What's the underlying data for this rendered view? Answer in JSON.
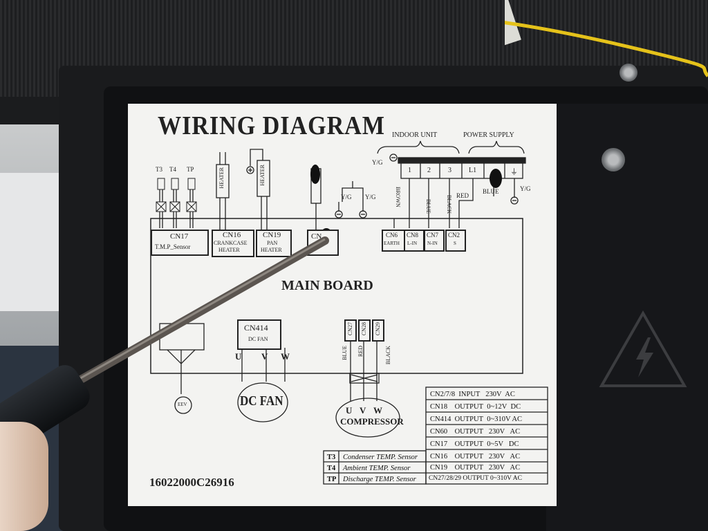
{
  "diagram": {
    "title": "WIRING DIAGRAM",
    "board_label": "MAIN BOARD",
    "part_code": "16022000C26916",
    "sensors": [
      "T3",
      "T4",
      "TP"
    ],
    "connectors": {
      "cn17": {
        "id": "CN17",
        "label": "T.M.P_Sensor"
      },
      "cn16": {
        "id": "CN16",
        "label1": "CRANKCASE",
        "label2": "HEATER"
      },
      "cn19": {
        "id": "CN19",
        "label1": "PAN",
        "label2": "HEATER"
      },
      "cn6": {
        "id": "CN6",
        "label": "EARTH"
      },
      "cn8": {
        "id": "CN8",
        "label": "L-IN"
      },
      "cn7": {
        "id": "CN7",
        "label": "N-IN"
      },
      "cn2": {
        "id": "CN2",
        "label": "S"
      },
      "cn414": {
        "id": "CN414",
        "label": "DC FAN"
      },
      "cn27": "CN27",
      "cn28": "CN28",
      "cn29": "CN29",
      "cn60": "CN"
    },
    "heater": "HEATER",
    "heater2": "HEATER",
    "indoor_unit": "INDOOR UNIT",
    "power_supply": "POWER SUPPLY",
    "terminals": [
      "1",
      "2",
      "3",
      "L1",
      "",
      "⏚"
    ],
    "yg": "Y/G",
    "wire_colors": {
      "brown": "BROWN",
      "blue": "BLUE",
      "black": "BLACK",
      "red": "RED",
      "blue2": "BLUE"
    },
    "comp_wires": {
      "blue": "BLUE",
      "red": "RED",
      "black": "BLACK"
    },
    "fan_uvw": [
      "U",
      "V",
      "W"
    ],
    "comp_uvw": [
      "U",
      "V",
      "W"
    ],
    "dc_fan": "DC FAN",
    "compressor": "COMPRESSOR",
    "eev": "EEV",
    "spec_table": [
      {
        "port": "CN2/7/8",
        "dir": "INPUT",
        "val": "230V",
        "type": "AC"
      },
      {
        "port": "CN18",
        "dir": "OUTPUT",
        "val": "0~12V",
        "type": "DC"
      },
      {
        "port": "CN414",
        "dir": "OUTPUT",
        "val": "0~310V",
        "type": "AC"
      },
      {
        "port": "CN60",
        "dir": "OUTPUT",
        "val": "230V",
        "type": "AC"
      },
      {
        "port": "CN17",
        "dir": "OUTPUT",
        "val": "0~5V",
        "type": "DC"
      },
      {
        "port": "CN16",
        "dir": "OUTPUT",
        "val": "230V",
        "type": "AC"
      },
      {
        "port": "CN19",
        "dir": "OUTPUT",
        "val": "230V",
        "type": "AC"
      },
      {
        "port": "CN27/28/29",
        "dir": "OUTPUT",
        "val": "0~310V",
        "type": "AC"
      }
    ],
    "sensor_table": [
      {
        "code": "T3",
        "desc": "Condenser TEMP. Sensor"
      },
      {
        "code": "T4",
        "desc": "Ambient TEMP. Sensor"
      },
      {
        "code": "TP",
        "desc": "Discharge TEMP. Sensor"
      }
    ]
  }
}
